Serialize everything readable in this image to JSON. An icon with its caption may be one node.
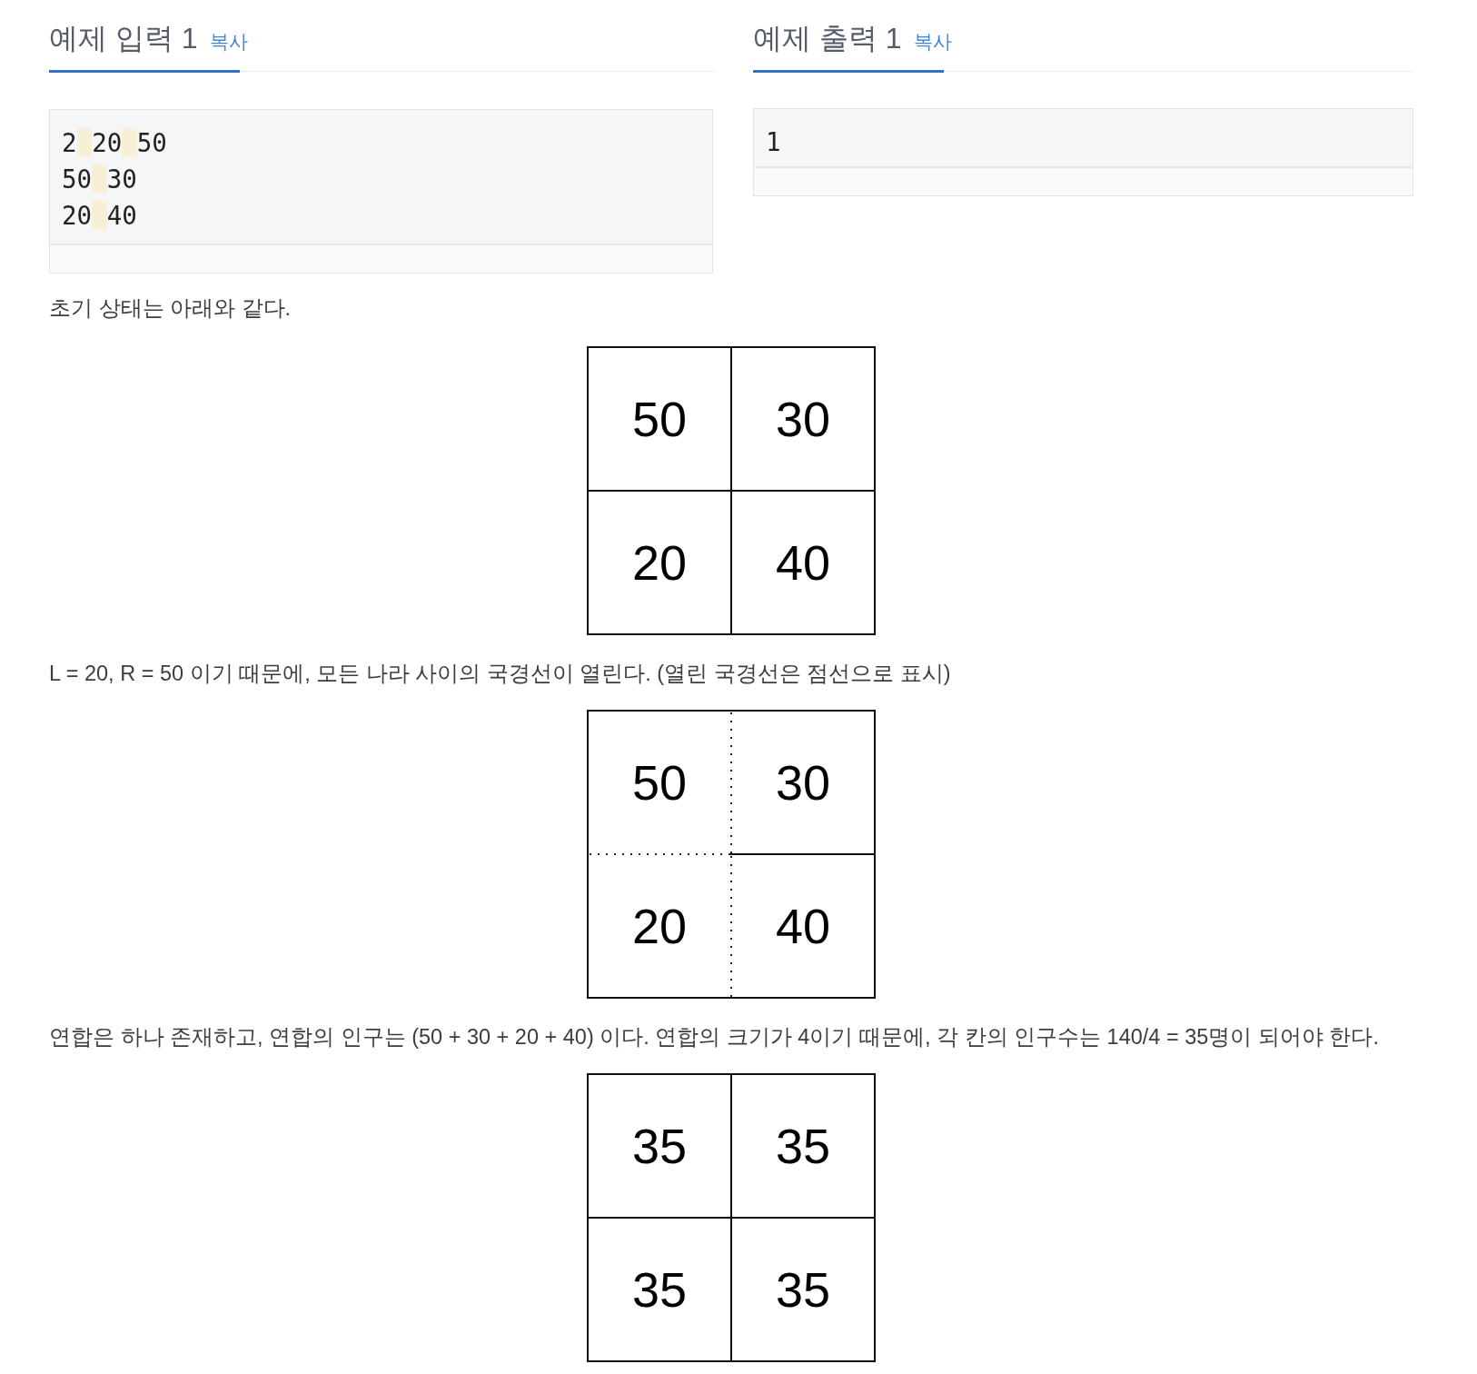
{
  "diagram": {
    "nodes": [
      {
        "text": [
          "2 20 50",
          "50 30",
          "20 40"
        ]
      },
      {
        "text": [
          "1"
        ]
      },
      {
        "text": [
          "50"
        ]
      },
      {
        "text": [
          "30"
        ]
      },
      {
        "text": [
          "20"
        ]
      },
      {
        "text": [
          "40"
        ]
      },
      {
        "text": [
          "50"
        ]
      },
      {
        "text": [
          "30"
        ]
      },
      {
        "text": [
          "20"
        ]
      },
      {
        "text": [
          "40"
        ]
      },
      {
        "text": [
          "35"
        ]
      },
      {
        "text": [
          "35"
        ]
      },
      {
        "text": [
          "35"
        ]
      },
      {
        "text": [
          "35"
        ]
      }
    ],
    "labels": [
      "예제 입력 1",
      "복사",
      "예제 출력 1",
      "복사",
      "초기 상태는 아래와 같다.",
      "L = 20, R = 50 이기 때문에, 모든 나라 사이의 국경선이 열린다. (열린 국경선은 점선으로 표시)",
      "연합은 하나 존재하고, 연합의 인구는 (50 + 30 + 20 + 40) 이다. 연합의 크기가 4이기 때문에, 각 칸의 인구수는 140/4 = 35명이 되어야 한다."
    ]
  }
}
